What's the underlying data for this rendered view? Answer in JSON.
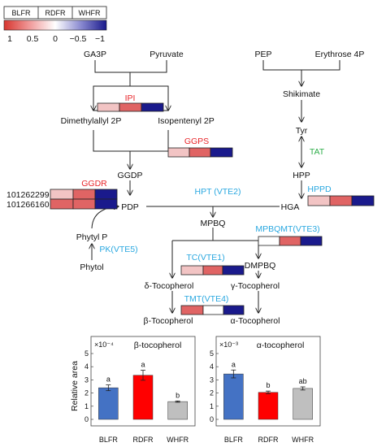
{
  "legend": {
    "headers": [
      "BLFR",
      "RDFR",
      "WHFR"
    ],
    "scale_labels": [
      "1",
      "0.5",
      "0",
      "−0.5",
      "−1"
    ]
  },
  "colors": {
    "strong_red": "#d7362f",
    "red": "#e06464",
    "light_red": "#f2c4c4",
    "white": "#ffffff",
    "navy": "#1a1a8c",
    "enzyme_red": "#e8262a",
    "enzyme_green": "#2eae4a",
    "enzyme_blue": "#2aa8e0",
    "bar_blue": "#4472c4",
    "bar_red": "#ff0000",
    "bar_gray": "#bfbfbf"
  },
  "metabolites": {
    "ga3p": "GA3P",
    "pyruvate": "Pyruvate",
    "pep": "PEP",
    "erythrose4p": "Erythrose 4P",
    "shikimate": "Shikimate",
    "dmapp": "Dimethylallyl 2P",
    "ipp": "Isopentenyl 2P",
    "tyr": "Tyr",
    "hpp": "HPP",
    "ggdp": "GGDP",
    "pdp": "PDP",
    "hga": "HGA",
    "mpbq": "MPBQ",
    "phytylp": "Phytyl P",
    "phytol": "Phytol",
    "dmpbq": "DMPBQ",
    "delta_toc": "δ-Tocopherol",
    "gamma_toc": "γ-Tocopherol",
    "beta_toc": "β-Tocopherol",
    "alpha_toc": "α-Tocopherol"
  },
  "enzymes": {
    "ipi": "IPI",
    "ggps": "GGPS",
    "tat": "TAT",
    "ggdr": "GGDR",
    "hpt": "HPT (VTE2)",
    "hppd": "HPPD",
    "mpbqmt": "MPBQMT(VTE3)",
    "pk": "PK(VTE5)",
    "tc": "TC(VTE1)",
    "tmt": "TMT(VTE4)"
  },
  "gene_ids": [
    "101262299",
    "101266160"
  ],
  "heatmaps": {
    "ipi": [
      "light_red",
      "red",
      "navy"
    ],
    "ggps": [
      "light_red",
      "red",
      "navy"
    ],
    "ggdr_row1": [
      "light_red",
      "red",
      "navy"
    ],
    "ggdr_row2": [
      "red",
      "red",
      "navy"
    ],
    "hppd": [
      "light_red",
      "red",
      "navy"
    ],
    "mpbqmt": [
      "white",
      "red",
      "navy"
    ],
    "tc": [
      "light_red",
      "red",
      "navy"
    ],
    "tmt": [
      "red",
      "white",
      "navy"
    ]
  },
  "chart_data": [
    {
      "type": "bar",
      "title": "β-tocopherol",
      "scale_note": "×10⁻⁴",
      "ylabel": "Relative area",
      "categories": [
        "BLFR",
        "RDFR",
        "WHFR"
      ],
      "values": [
        2.4,
        3.35,
        1.35
      ],
      "errors": [
        0.22,
        0.38,
        0.05
      ],
      "letters": [
        "a",
        "a",
        "b"
      ],
      "ylim": [
        0,
        5
      ],
      "yticks": [
        0,
        1,
        2,
        3,
        4,
        5
      ],
      "colors": [
        "#4472c4",
        "#ff0000",
        "#bfbfbf"
      ]
    },
    {
      "type": "bar",
      "title": "α-tocopherol",
      "scale_note": "×10⁻³",
      "ylabel": "",
      "categories": [
        "BLFR",
        "RDFR",
        "WHFR"
      ],
      "values": [
        3.45,
        2.05,
        2.35
      ],
      "errors": [
        0.3,
        0.1,
        0.12
      ],
      "letters": [
        "a",
        "b",
        "ab"
      ],
      "ylim": [
        0,
        5
      ],
      "yticks": [
        0,
        1,
        2,
        3,
        4,
        5
      ],
      "colors": [
        "#4472c4",
        "#ff0000",
        "#bfbfbf"
      ]
    }
  ]
}
